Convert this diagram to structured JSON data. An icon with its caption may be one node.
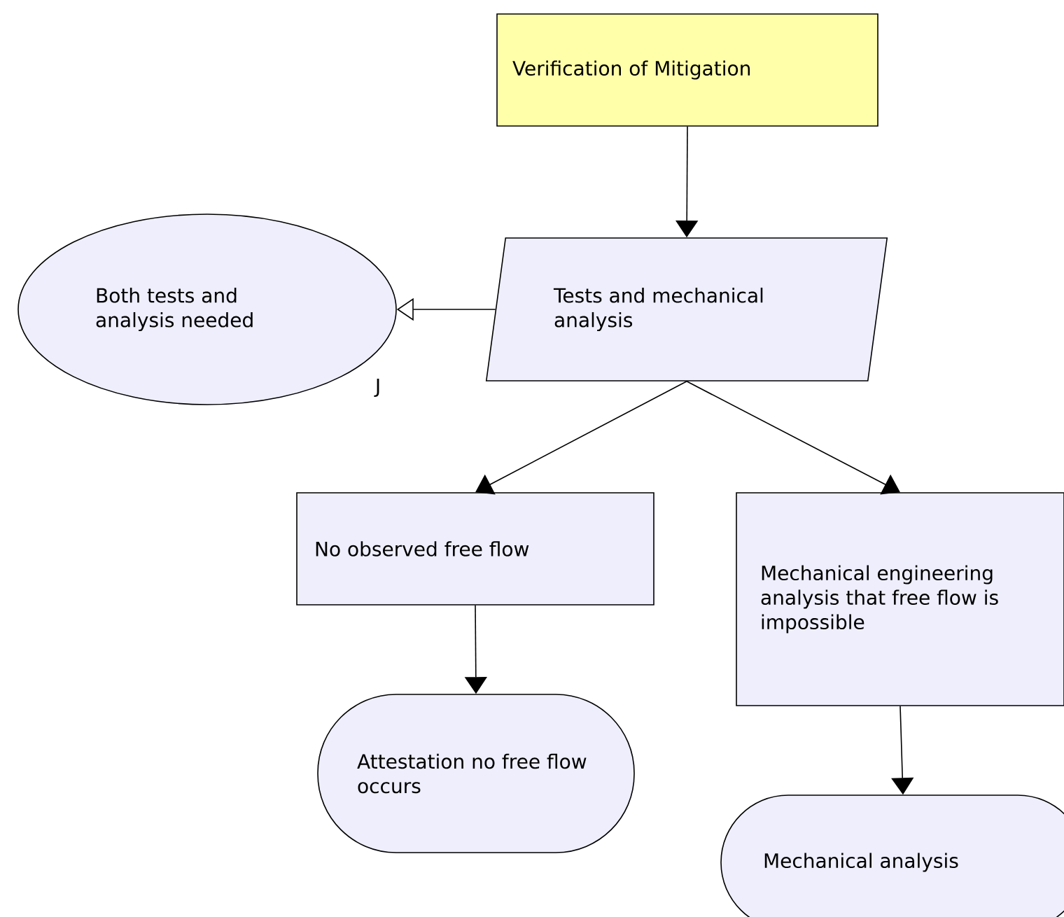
{
  "diagram": {
    "nodes": [
      {
        "text": [
          "Verification of Mitigation"
        ]
      },
      {
        "text": [
          "Tests and mechanical analysis"
        ]
      },
      {
        "text": [
          "Both tests and analysis needed"
        ]
      },
      {
        "text": [
          "No observed free flow"
        ]
      },
      {
        "text": [
          "Mechanical engineering analysis that free flow is impossible"
        ]
      },
      {
        "text": [
          "Attestation no free flow occurs"
        ]
      },
      {
        "text": [
          "Mechanical analysis"
        ]
      }
    ],
    "edges": [
      {
        "from": 0,
        "to": 1,
        "arrow": "to"
      },
      {
        "from": 1,
        "to": 2,
        "arrow": "to"
      },
      {
        "from": 1,
        "to": 3,
        "arrow": "to"
      },
      {
        "from": 1,
        "to": 4,
        "arrow": "to"
      },
      {
        "from": 3,
        "to": 5,
        "arrow": "to"
      },
      {
        "from": 4,
        "to": 6,
        "arrow": "to"
      }
    ],
    "labels": [
      "J"
    ]
  }
}
